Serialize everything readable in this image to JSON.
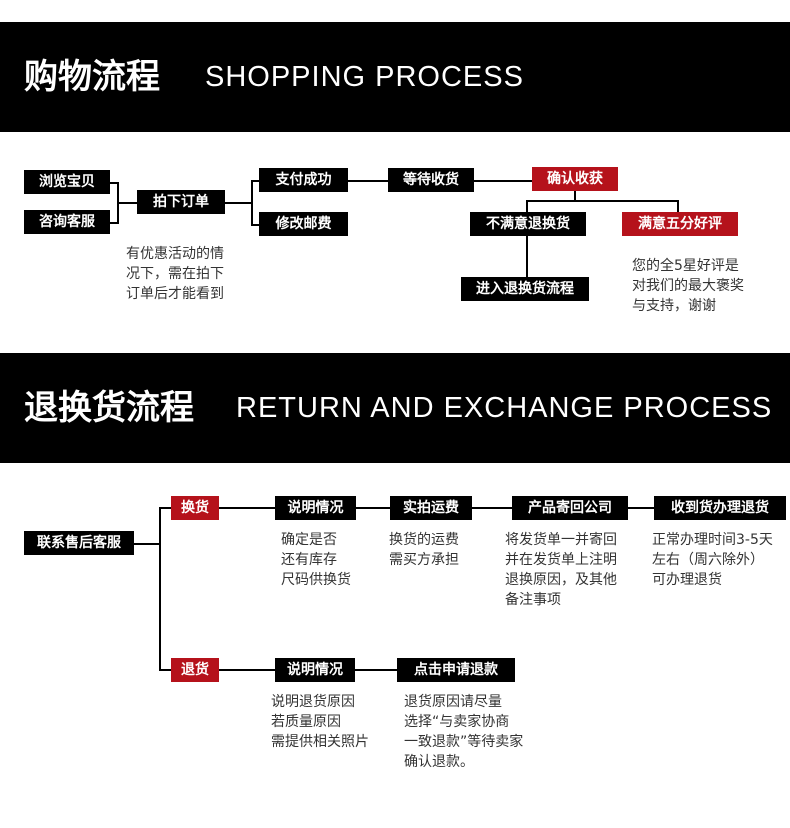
{
  "section1": {
    "title_cn": "购物流程",
    "title_en": "SHOPPING PROCESS",
    "boxes": {
      "browse": "浏览宝贝",
      "consult": "咨询客服",
      "order": "拍下订单",
      "pay": "支付成功",
      "modify": "修改邮费",
      "wait": "等待收货",
      "confirm": "确认收获",
      "unsatisfied": "不满意退换货",
      "satisfied": "满意五分好评",
      "enter_return": "进入退换货流程"
    },
    "notes": {
      "order_note": "有优惠活动的情\n况下，需在拍下\n订单后才能看到",
      "rating_note": "您的全5星好评是\n对我们的最大褒奖\n与支持，谢谢"
    }
  },
  "section2": {
    "title_cn": "退换货流程",
    "title_en": "RETURN AND EXCHANGE PROCESS",
    "boxes": {
      "contact": "联系售后客服",
      "exchange": "换货",
      "explain1": "说明情况",
      "photo": "实拍运费",
      "send_back": "产品寄回公司",
      "receive": "收到货办理退货",
      "refund": "退货",
      "explain2": "说明情况",
      "apply": "点击申请退款"
    },
    "notes": {
      "explain1_note": "确定是否\n还有库存\n尺码供换货",
      "photo_note": "换货的运费\n需买方承担",
      "send_note": "将发货单一并寄回\n并在发货单上注明\n退换原因，及其他\n备注事项",
      "receive_note": "正常办理时间3-5天\n左右（周六除外）\n可办理退货",
      "explain2_note": "说明退货原因\n若质量原因\n需提供相关照片",
      "apply_note": "退货原因请尽量\n选择“与卖家协商\n一致退款”等待卖家\n确认退款。"
    }
  }
}
